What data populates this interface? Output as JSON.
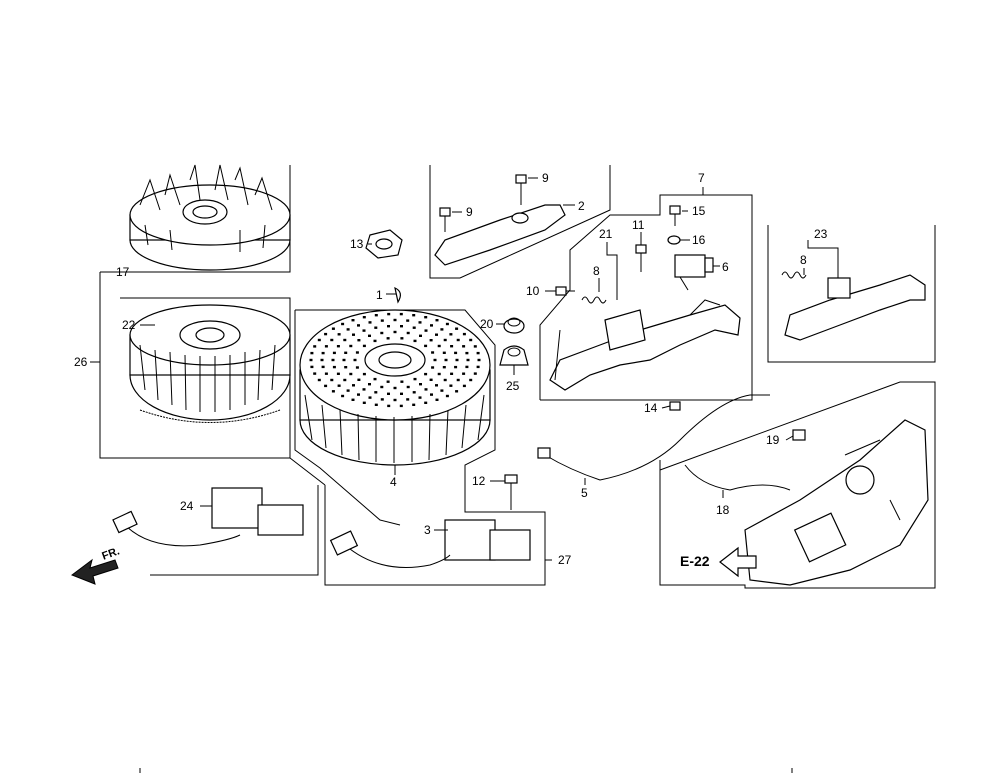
{
  "labels": {
    "p1": "1",
    "p2": "2",
    "p3": "3",
    "p4": "4",
    "p5": "5",
    "p6": "6",
    "p7": "7",
    "p8a": "8",
    "p8b": "8",
    "p9a": "9",
    "p9b": "9",
    "p10": "10",
    "p11": "11",
    "p12": "12",
    "p13": "13",
    "p14": "14",
    "p15": "15",
    "p16": "16",
    "p17": "17",
    "p18": "18",
    "p19": "19",
    "p20": "20",
    "p21": "21",
    "p22": "22",
    "p23": "23",
    "p24": "24",
    "p25": "25",
    "p26": "26",
    "p27": "27"
  },
  "ref_page": "E-22",
  "front_marker": "FR."
}
